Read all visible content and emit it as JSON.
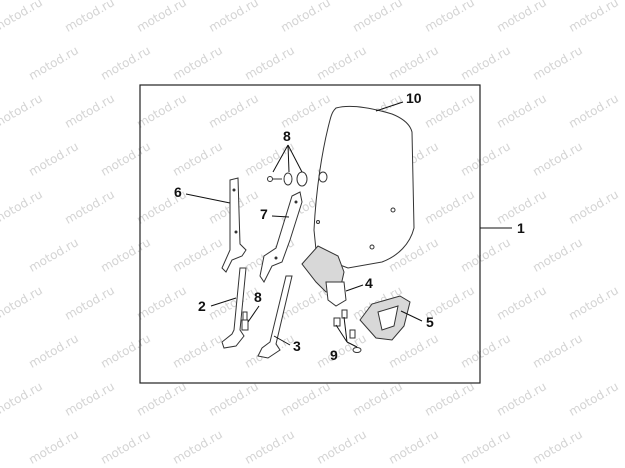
{
  "watermark": {
    "text": "motod.ru"
  },
  "callouts": [
    {
      "id": "1",
      "label": "1"
    },
    {
      "id": "2",
      "label": "2"
    },
    {
      "id": "3",
      "label": "3"
    },
    {
      "id": "4",
      "label": "4"
    },
    {
      "id": "5",
      "label": "5"
    },
    {
      "id": "6",
      "label": "6"
    },
    {
      "id": "7",
      "label": "7"
    },
    {
      "id": "8a",
      "label": "8"
    },
    {
      "id": "8b",
      "label": "8"
    },
    {
      "id": "9",
      "label": "9"
    },
    {
      "id": "10",
      "label": "10"
    }
  ],
  "colors": {
    "line": "#333333",
    "watermark": "#d4d4d4",
    "shade": "#d8d8d8"
  }
}
